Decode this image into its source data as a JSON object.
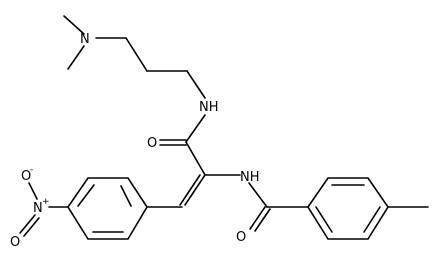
{
  "structure": {
    "atoms": {
      "n_amine": "N",
      "nh_amide": "NH",
      "o_carbonyl_1": "O",
      "nh_benzamide": "NH",
      "o_carbonyl_2": "O",
      "n_nitro": "N",
      "nitro_plus": "+",
      "o_nitro_minus": "O",
      "o_nitro_minus_charge": "-",
      "o_nitro": "O"
    },
    "colors": {
      "ink": "#000000",
      "background": "#ffffff"
    }
  }
}
